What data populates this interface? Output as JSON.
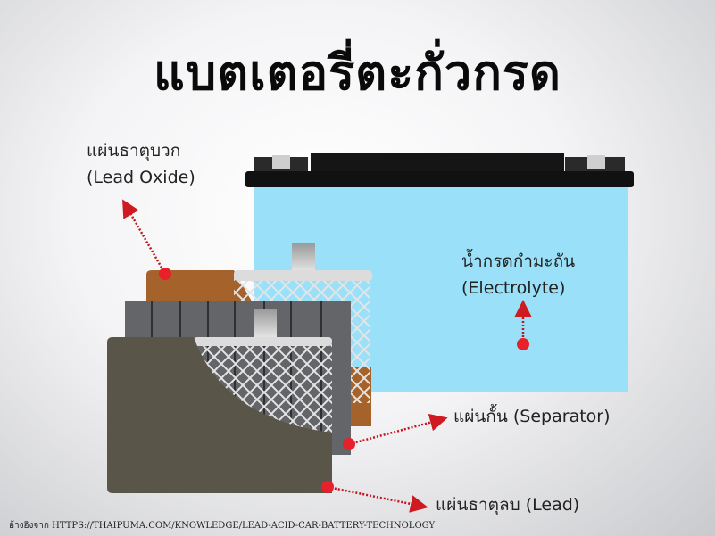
{
  "title": "แบตเตอรี่ตะกั่วกรด",
  "labels": {
    "positive_th": "แผ่นธาตุบวก",
    "positive_en": "(Lead Oxide)",
    "electrolyte_th": "น้ำกรดกำมะถัน",
    "electrolyte_en": "(Electrolyte)",
    "separator": "แผ่นกั้น (Separator)",
    "negative": "แผ่นธาตุลบ (Lead)"
  },
  "source": "อ้างอิงจาก HTTPS://THAIPUMA.COM/KNOWLEDGE/LEAD-ACID-CAR-BATTERY-TECHNOLOGY",
  "colors": {
    "electrolyte": "#99e0f8",
    "positive_plate": "#a5622b",
    "separator": "#646569",
    "negative_plate": "#5a5549",
    "marker": "#e8202a"
  }
}
